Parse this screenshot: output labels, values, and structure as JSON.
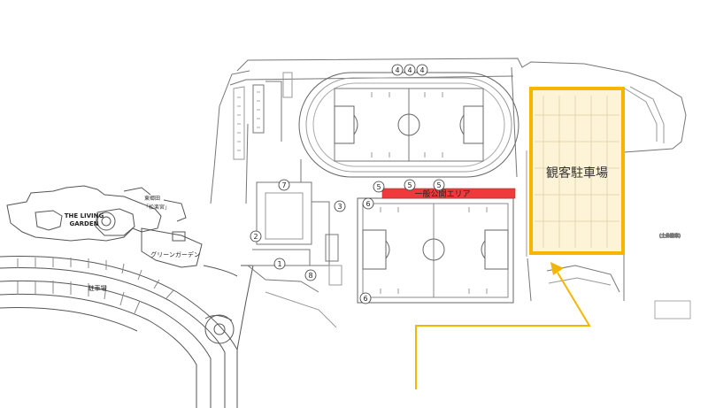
{
  "map": {
    "parking_main_label": "観客駐車場",
    "public_area_label": "一般公開エリア",
    "lower_parking_label": "駐車場",
    "living_garden_line1": "THE LIVING",
    "living_garden_line2": "GARDEN",
    "green_garden_label": "グリーンガーデン",
    "shrine_label_top": "東郷田",
    "shrine_label": "「松楽宮」",
    "markers": [
      "4",
      "4",
      "4",
      "7",
      "5",
      "5",
      "5",
      "3",
      "6",
      "2",
      "1",
      "8",
      "6"
    ]
  },
  "colors": {
    "parking_fill": "#fdf3d6",
    "parking_border": "#f7b500",
    "arrow": "#f2b705",
    "public_area_fill": "#f0393c",
    "line": "#7f7f7f"
  }
}
